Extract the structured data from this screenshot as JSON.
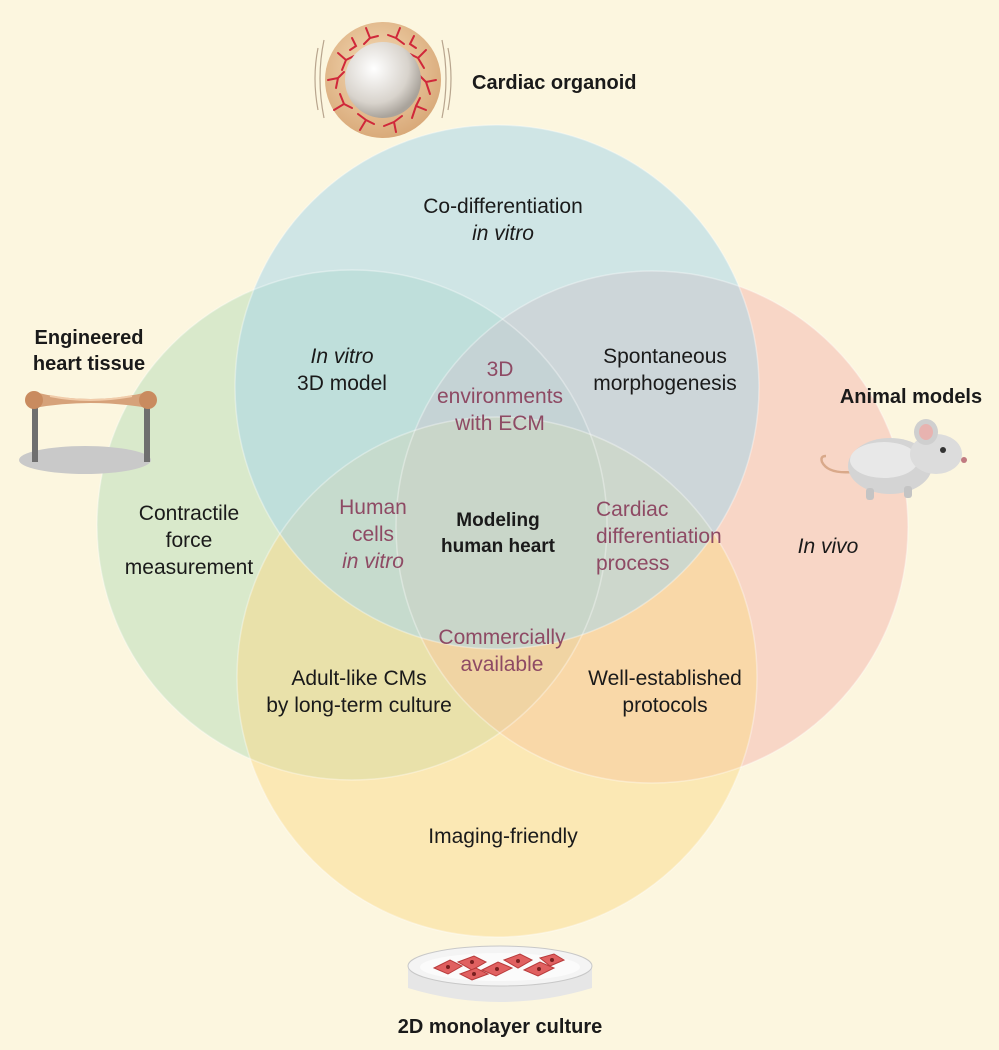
{
  "models": {
    "cardiac_organoid": "Cardiac organoid",
    "engineered_heart_tissue": [
      "Engineered",
      "heart tissue"
    ],
    "animal_models": "Animal models",
    "monolayer_2d": "2D monolayer culture"
  },
  "center": [
    "Modeling",
    "human heart"
  ],
  "regions": {
    "co_differentiation": [
      "Co-differentiation",
      "in vitro"
    ],
    "in_vitro_3d": [
      "In vitro",
      "3D model"
    ],
    "spontaneous": [
      "Spontaneous",
      "morphogenesis"
    ],
    "env_3d": [
      "3D",
      "environments",
      "with ECM"
    ],
    "human_cells": [
      "Human",
      "cells",
      "in vitro"
    ],
    "cardiac_diff": [
      "Cardiac",
      "differentiation",
      "process"
    ],
    "contractile": [
      "Contractile",
      "force",
      "measurement"
    ],
    "in_vivo": "In vivo",
    "commercial": [
      "Commercially",
      "available"
    ],
    "adult_like": [
      "Adult-like CMs",
      "by long-term culture"
    ],
    "well_established": [
      "Well-established",
      "protocols"
    ],
    "imaging": "Imaging-friendly"
  },
  "colors": {
    "background": "#fcf6df",
    "circle_organoid": "#a9d7ea",
    "circle_eht": "#b6dcb8",
    "circle_animal": "#f4b5ad",
    "circle_2d": "#f9d98a",
    "overlap_text": "#8e4a64"
  },
  "icons": [
    "organoid-icon",
    "engineered-tissue-icon",
    "mouse-icon",
    "petri-dish-icon"
  ]
}
